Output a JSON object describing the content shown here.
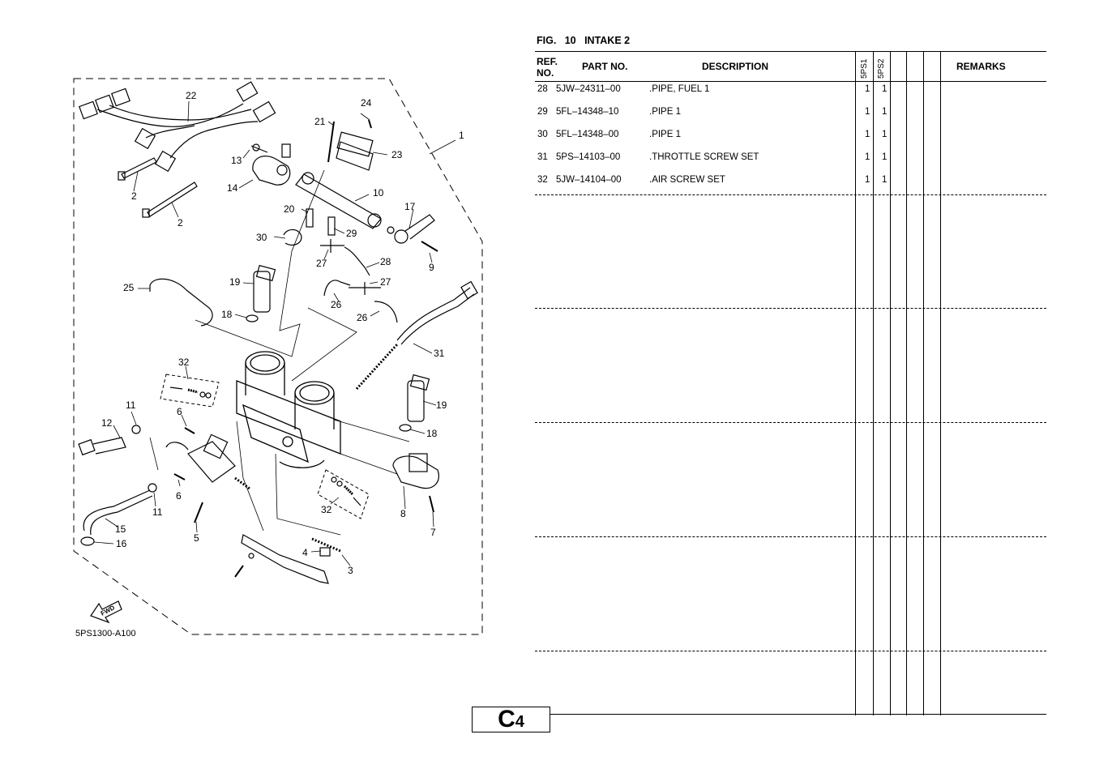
{
  "figure": {
    "label": "FIG.",
    "number": "10",
    "title": "INTAKE 2"
  },
  "table": {
    "headers": {
      "ref_no": [
        "REF.",
        "NO."
      ],
      "part_no": "PART NO.",
      "description": "DESCRIPTION",
      "models": [
        "5PS1",
        "5PS2"
      ],
      "remarks": "REMARKS"
    },
    "rows": [
      {
        "ref": "28",
        "part": "5JW–24311–00",
        "desc": ".PIPE, FUEL 1",
        "q1": "1",
        "q2": "1"
      },
      {
        "ref": "29",
        "part": "5FL–14348–10",
        "desc": ".PIPE 1",
        "q1": "1",
        "q2": "1"
      },
      {
        "ref": "30",
        "part": "5FL–14348–00",
        "desc": ".PIPE 1",
        "q1": "1",
        "q2": "1"
      },
      {
        "ref": "31",
        "part": "5PS–14103–00",
        "desc": ".THROTTLE SCREW SET",
        "q1": "1",
        "q2": "1"
      },
      {
        "ref": "32",
        "part": "5JW–14104–00",
        "desc": ".AIR SCREW SET",
        "q1": "1",
        "q2": "1"
      }
    ]
  },
  "page_code": {
    "letter": "C",
    "number": "4"
  },
  "diagram": {
    "code": "5PS1300-A100",
    "fwd_label": "FWD",
    "callouts": [
      {
        "n": "1"
      },
      {
        "n": "2"
      },
      {
        "n": "2"
      },
      {
        "n": "3"
      },
      {
        "n": "4"
      },
      {
        "n": "5"
      },
      {
        "n": "6"
      },
      {
        "n": "6"
      },
      {
        "n": "7"
      },
      {
        "n": "8"
      },
      {
        "n": "9"
      },
      {
        "n": "10"
      },
      {
        "n": "11"
      },
      {
        "n": "11"
      },
      {
        "n": "12"
      },
      {
        "n": "13"
      },
      {
        "n": "14"
      },
      {
        "n": "15"
      },
      {
        "n": "16"
      },
      {
        "n": "17"
      },
      {
        "n": "18"
      },
      {
        "n": "18"
      },
      {
        "n": "19"
      },
      {
        "n": "19"
      },
      {
        "n": "20"
      },
      {
        "n": "21"
      },
      {
        "n": "22"
      },
      {
        "n": "23"
      },
      {
        "n": "24"
      },
      {
        "n": "25"
      },
      {
        "n": "26"
      },
      {
        "n": "26"
      },
      {
        "n": "27"
      },
      {
        "n": "27"
      },
      {
        "n": "28"
      },
      {
        "n": "29"
      },
      {
        "n": "30"
      },
      {
        "n": "31"
      },
      {
        "n": "32"
      },
      {
        "n": "32"
      }
    ]
  }
}
